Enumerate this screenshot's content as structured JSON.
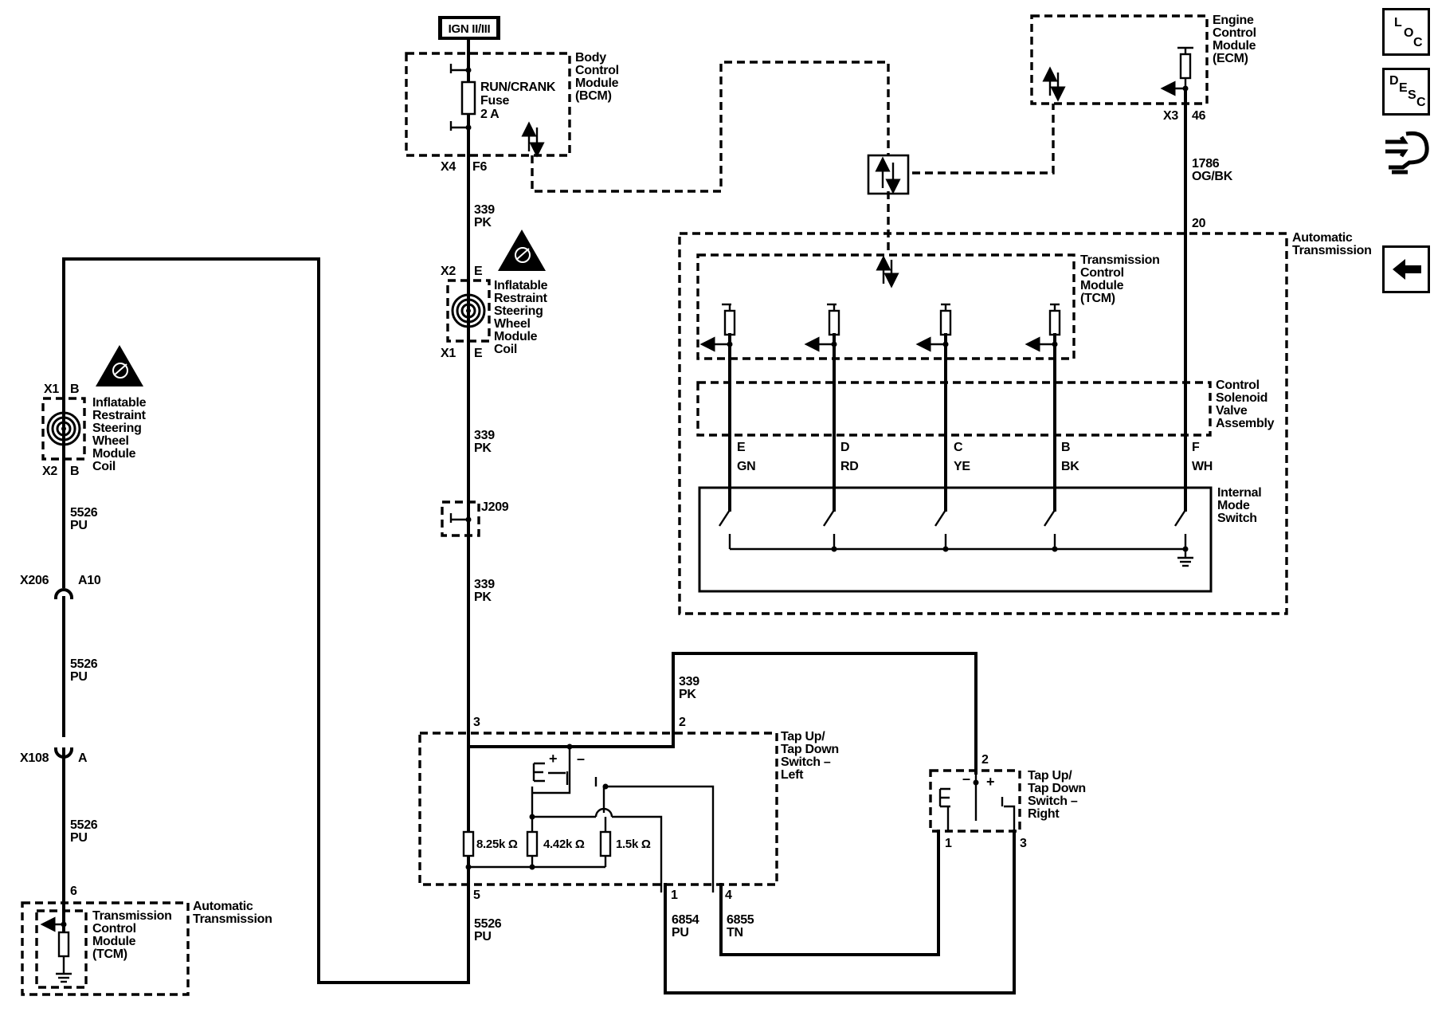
{
  "ignition": "IGN II/III",
  "nav": {
    "loc_l": "L",
    "loc_o": "O",
    "loc_c": "C",
    "desc_d": "D",
    "desc_e": "E",
    "desc_s": "S",
    "desc_c": "C"
  },
  "bcm": {
    "name": [
      "Body",
      "Control",
      "Module",
      "(BCM)"
    ],
    "fuse": [
      "RUN/CRANK",
      "Fuse",
      "2 A"
    ],
    "conn_x4": "X4",
    "pin_f6": "F6"
  },
  "ecm": {
    "name": [
      "Engine",
      "Control",
      "Module",
      "(ECM)"
    ],
    "conn_x3": "X3",
    "pin_46": "46"
  },
  "wire_1786": {
    "circuit": "1786",
    "color": "OG/BK",
    "pin_20": "20"
  },
  "auto_trans_right": [
    "Automatic",
    "Transmission"
  ],
  "tcm_right": [
    "Transmission",
    "Control",
    "Module",
    "(TCM)"
  ],
  "solenoid_assembly": [
    "Control",
    "Solenoid",
    "Valve",
    "Assembly"
  ],
  "internal_mode_switch": [
    "Internal",
    "Mode",
    "Switch"
  ],
  "mode_pins": [
    {
      "pin": "E",
      "color": "GN"
    },
    {
      "pin": "D",
      "color": "RD"
    },
    {
      "pin": "C",
      "color": "YE"
    },
    {
      "pin": "B",
      "color": "BK"
    },
    {
      "pin": "F",
      "color": "WH"
    }
  ],
  "coil_center": {
    "name": [
      "Inflatable",
      "Restraint",
      "Steering",
      "Wheel",
      "Module",
      "Coil"
    ],
    "top_conn": "X2",
    "top_pin": "E",
    "bot_conn": "X1",
    "bot_pin": "E"
  },
  "coil_left": {
    "name": [
      "Inflatable",
      "Restraint",
      "Steering",
      "Wheel",
      "Module",
      "Coil"
    ],
    "top_conn": "X1",
    "top_pin": "B",
    "bot_conn": "X2",
    "bot_pin": "B"
  },
  "wire_339": {
    "circuit": "339",
    "color": "PK"
  },
  "splice": "J209",
  "wire_5526": {
    "circuit": "5526",
    "color": "PU"
  },
  "x206": {
    "conn": "X206",
    "pin": "A10"
  },
  "x108": {
    "conn": "X108",
    "pin": "A"
  },
  "tcm_left": {
    "pin": "6",
    "name": [
      "Transmission",
      "Control",
      "Module",
      "(TCM)"
    ],
    "auto_trans": [
      "Automatic",
      "Transmission"
    ]
  },
  "tap_left": {
    "name": [
      "Tap Up/",
      "Tap Down",
      "Switch –",
      "Left"
    ],
    "pin3": "3",
    "pin2": "2",
    "pin5": "5",
    "pin1": "1",
    "pin4": "4",
    "res1": "8.25k Ω",
    "res2": "4.42k Ω",
    "res3": "1.5k Ω"
  },
  "tap_right": {
    "name": [
      "Tap Up/",
      "Tap Down",
      "Switch –",
      "Right"
    ],
    "pin2": "2",
    "pin1": "1",
    "pin3": "3"
  },
  "wire_6854": {
    "circuit": "6854",
    "color": "PU"
  },
  "wire_6855": {
    "circuit": "6855",
    "color": "TN"
  },
  "switch_signs": {
    "plus": "+",
    "minus": "–"
  }
}
